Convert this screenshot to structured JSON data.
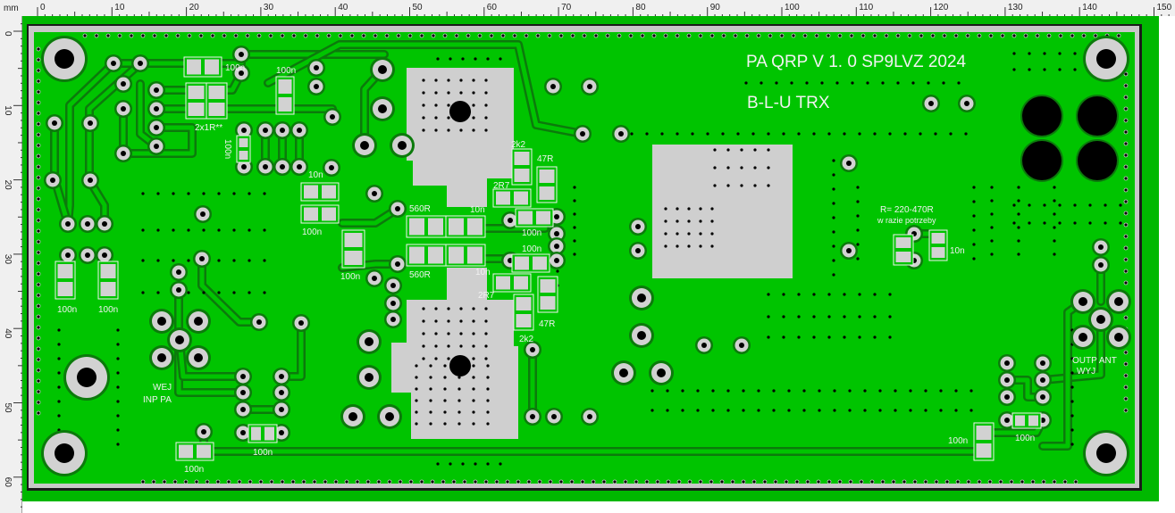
{
  "ruler": {
    "unit": "mm",
    "x_labels": [
      "0",
      "10",
      "20",
      "30",
      "40",
      "50",
      "60",
      "70",
      "80",
      "90",
      "100",
      "110",
      "120",
      "130",
      "140",
      "150"
    ],
    "y_labels": [
      "0",
      "10",
      "20",
      "30",
      "40",
      "50",
      "60"
    ]
  },
  "board": {
    "title": "PA QRP V 1. 0 SP9LVZ 2024",
    "subtitle": "B-L-U TRX",
    "note_line1": "R= 220-470R",
    "note_line2": "w razie potrzeby",
    "input_label_1": "WEJ",
    "input_label_2": "INP PA",
    "output_label_1": "OUTP ANT",
    "output_label_2": "WYJ",
    "components": {
      "c_top": "100n",
      "c_top2": "100n",
      "r_2x1r": "2x1R**",
      "c_vert": "100n",
      "c_10n_left": "10n",
      "c_100n_left": "100n",
      "c_100n_mid": "100n",
      "c_left1": "100n",
      "c_left2": "100n",
      "r_560_top": "560R",
      "c_10n_top": "10n",
      "r_560_bot": "560R",
      "c_10n_bot": "10n",
      "r_2k2_top": "2k2",
      "r_47_top": "47R",
      "r_2r7_top": "2R7",
      "c_100n_top_r": "100n",
      "c_100n_bot_r": "100n",
      "r_2r7_bot": "2R7",
      "r_47_bot": "47R",
      "r_2k2_bot": "2k2",
      "c_10n_right": "10n",
      "c_bot_left": "100n",
      "c_bot_mid": "100n",
      "c_bot_right1": "100n",
      "c_bot_right2": "100n"
    }
  },
  "colors": {
    "copper": "#00c400",
    "clearance": "#0c7a0c",
    "pad": "#d2d2d2",
    "hole": "#000000",
    "silkscreen": "#f2f2f2",
    "background": "#f0f0f0"
  }
}
